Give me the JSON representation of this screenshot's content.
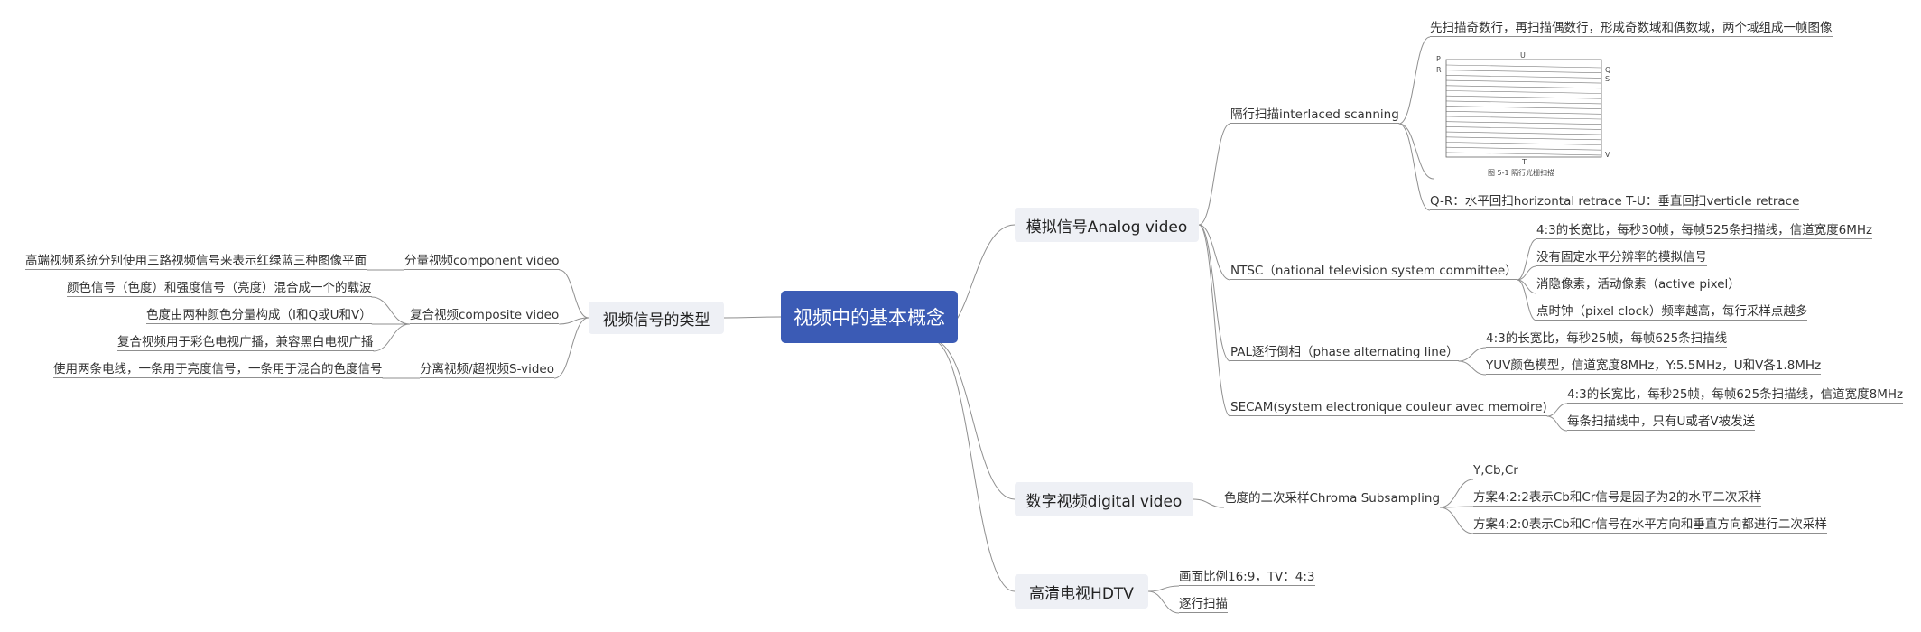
{
  "root": {
    "label": "视频中的基本概念"
  },
  "left_branch": {
    "label": "视频信号的类型",
    "children": [
      {
        "label": "分量视频component video",
        "leaves": [
          "高端视频系统分别使用三路视频信号来表示红绿蓝三种图像平面"
        ]
      },
      {
        "label": "复合视频composite video",
        "leaves": [
          "颜色信号（色度）和强度信号（亮度）混合成一个的载波",
          "色度由两种颜色分量构成（I和Q或U和V）",
          "复合视频用于彩色电视广播，兼容黑白电视广播"
        ]
      },
      {
        "label": "分离视频/超视频S-video",
        "leaves": [
          "使用两条电线，一条用于亮度信号，一条用于混合的色度信号"
        ]
      }
    ]
  },
  "analog": {
    "label": "模拟信号Analog video",
    "interlaced": {
      "label": "隔行扫描interlaced scanning",
      "leaves": [
        "先扫描奇数行，再扫描偶数行，形成奇数域和偶数域，两个域组成一帧图像",
        "Q-R：水平回扫horizontal retrace   T-U：垂直回扫verticle retrace"
      ],
      "figure": {
        "caption": "图 5-1    隔行光栅扫描",
        "corner_labels": [
          "P",
          "R",
          "U",
          "Q",
          "S",
          "T",
          "V"
        ]
      }
    },
    "ntsc": {
      "label": "NTSC（national television system committee）",
      "leaves": [
        "4:3的长宽比，每秒30帧，每帧525条扫描线，信道宽度6MHz",
        "没有固定水平分辨率的模拟信号",
        "消隐像素，活动像素（active pixel）",
        "点时钟（pixel clock）频率越高，每行采样点越多"
      ]
    },
    "pal": {
      "label": "PAL逐行倒相（phase alternating line）",
      "leaves": [
        "4:3的长宽比，每秒25帧，每帧625条扫描线",
        "YUV颜色模型，信道宽度8MHz，Y:5.5MHz，U和V各1.8MHz"
      ]
    },
    "secam": {
      "label": "SECAM(system electronique couleur avec memoire)",
      "leaves": [
        "4:3的长宽比，每秒25帧，每帧625条扫描线，信道宽度8MHz",
        "每条扫描线中，只有U或者V被发送"
      ]
    }
  },
  "digital": {
    "label": "数字视频digital video",
    "sub": {
      "label": "色度的二次采样Chroma Subsampling",
      "leaves": [
        "Y,Cb,Cr",
        "方案4:2:2表示Cb和Cr信号是因子为2的水平二次采样",
        "方案4:2:0表示Cb和Cr信号在水平方向和垂直方向都进行二次采样"
      ]
    }
  },
  "hdtv": {
    "label": "高清电视HDTV",
    "leaves": [
      "画面比例16:9，TV：4:3",
      "逐行扫描"
    ]
  },
  "colors": {
    "root_fill": "#3b5bb5",
    "main_fill": "#eef0f5",
    "line": "#8f8f8f"
  }
}
